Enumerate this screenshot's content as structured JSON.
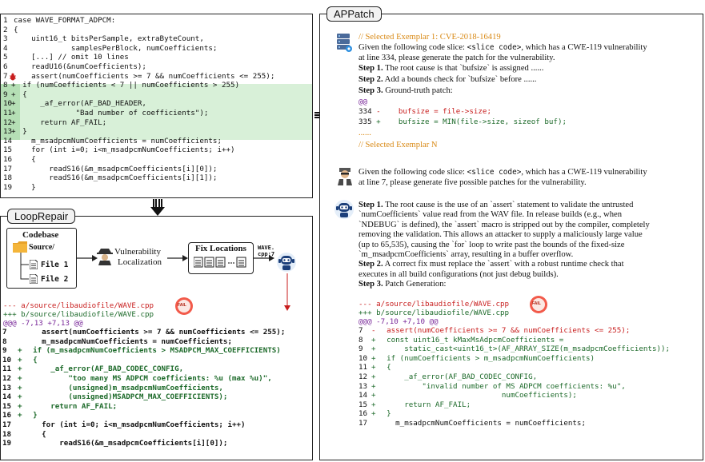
{
  "top_code": {
    "lines": [
      {
        "n": "1",
        "plus": "",
        "text": "case WAVE_FORMAT_ADPCM:"
      },
      {
        "n": "2",
        "plus": "",
        "text": "{"
      },
      {
        "n": "3",
        "plus": "",
        "text": "    uint16_t bitsPerSample, extraByteCount,"
      },
      {
        "n": "4",
        "plus": "",
        "text": "             samplesPerBlock, numCoefficients;"
      },
      {
        "n": "5",
        "plus": "",
        "text": "    [...] // omit 10 lines"
      },
      {
        "n": "6",
        "plus": "",
        "text": "    readU16(&numCoefficients);"
      },
      {
        "n": "7",
        "plus": "",
        "text": "    assert(numCoefficients >= 7 && numCoefficients <= 255);"
      },
      {
        "n": "8",
        "plus": "+",
        "text": "  if (numCoefficients < 7 || numCoefficients > 255)"
      },
      {
        "n": "9",
        "plus": "+",
        "text": "  {"
      },
      {
        "n": "10",
        "plus": "+",
        "text": "      _af_error(AF_BAD_HEADER,"
      },
      {
        "n": "11",
        "plus": "+",
        "text": "              \"Bad number of coefficients\");"
      },
      {
        "n": "12",
        "plus": "+",
        "text": "      return AF_FAIL;"
      },
      {
        "n": "13",
        "plus": "+",
        "text": "  }"
      },
      {
        "n": "14",
        "plus": "",
        "text": "    m_msadpcmNumCoefficients = numCoefficients;"
      },
      {
        "n": "15",
        "plus": "",
        "text": "    for (int i=0; i<m_msadpcmNumCoefficients; i++)"
      },
      {
        "n": "16",
        "plus": "",
        "text": "    {"
      },
      {
        "n": "17",
        "plus": "",
        "text": "        readS16(&m_msadpcmCoefficients[i][0]);"
      },
      {
        "n": "18",
        "plus": "",
        "text": "        readS16(&m_msadpcmCoefficients[i][1]);"
      },
      {
        "n": "19",
        "plus": "",
        "text": "    }"
      }
    ]
  },
  "loop": {
    "title": "LoopRepair",
    "codebase_label": "Codebase",
    "source_label": "Source/",
    "file1": "File 1",
    "file2": "File 2",
    "vuln_line1": "Vulnerability",
    "vuln_line2": "Localization",
    "fix_label": "Fix Locations",
    "wave_label1": "WAVE.",
    "wave_label2": "cpp:7",
    "fail_label": "FAIL",
    "diff_header1": "--- a/source/libaudiofile/WAVE.cpp",
    "diff_header2": "+++ b/source/libaudiofile/WAVE.cpp",
    "hunk": "@@@ -7,13 +7,13 @@",
    "lines": [
      {
        "n": "7",
        "plus": "",
        "text": "    assert(numCoefficients >= 7 && numCoefficients <= 255);"
      },
      {
        "n": "8",
        "plus": "",
        "text": "    m_msadpcmNumCoefficients = numCoefficients;"
      },
      {
        "n": "9",
        "plus": "+",
        "text": "  if (m_msadpcmNumCoefficients > MSADPCM_MAX_COEFFICIENTS)"
      },
      {
        "n": "10",
        "plus": "+",
        "text": "  {"
      },
      {
        "n": "11",
        "plus": "+",
        "text": "      _af_error(AF_BAD_CODEC_CONFIG,"
      },
      {
        "n": "12",
        "plus": "+",
        "text": "          \"too many MS ADPCM coefficients: %u (max %u)\","
      },
      {
        "n": "13",
        "plus": "+",
        "text": "          (unsigned)m_msadpcmNumCoefficients,"
      },
      {
        "n": "14",
        "plus": "+",
        "text": "          (unsigned)MSADPCM_MAX_COEFFICIENTS);"
      },
      {
        "n": "15",
        "plus": "+",
        "text": "      return AF_FAIL;"
      },
      {
        "n": "16",
        "plus": "+",
        "text": "  }"
      },
      {
        "n": "17",
        "plus": "",
        "text": "    for (int i=0; i<m_msadpcmNumCoefficients; i++)"
      },
      {
        "n": "18",
        "plus": "",
        "text": "    {"
      },
      {
        "n": "19",
        "plus": "",
        "text": "        readS16(&m_msadpcmCoefficients[i][0]);"
      }
    ]
  },
  "appatch": {
    "title": "APPatch",
    "sel1": "// Selected Exemplar 1: CVE-2018-16419",
    "given1a": "Given the following code slice: ",
    "slice_code": "<slice code>",
    "given1b": ", which has a CWE-119 vulnerability",
    "given1c": "at line 334, please generate the patch for the vulnerability.",
    "step1_label": "Step 1.",
    "step1_text": " The root cause is that `bufsize` is assigned ......",
    "step2_label": "Step 2.",
    "step2_text": " Add a bounds check for `bufsize` before ......",
    "step3_label": "Step 3.",
    "step3_text": " Ground-truth patch:",
    "at": "@@",
    "patch_l1_n": "334",
    "patch_l1_sign": "-",
    "patch_l1": "    bufsize = file->size;",
    "patch_l2_n": "335",
    "patch_l2_sign": "+",
    "patch_l2": "    bufsize = MIN(file->size, sizeof buf);",
    "dots": "......",
    "seln": "// Selected Exemplar N",
    "given2a": "Given the following code slice: ",
    "given2b": ", which has a CWE-119 vulnerability",
    "given2c": "at line 7, please generate five possible patches for the vulnerability.",
    "resp_step1_label": "Step 1.",
    "resp_lines": [
      " The root cause is the use of an `assert` statement to validate the untrusted",
      "`numCoefficients` value read from the WAV file. In release builds (e.g., when",
      "`NDEBUG` is defined), the `assert` macro is stripped out by the compiler, completely",
      "removing the validation. This allows an attacker to supply a maliciously large value",
      "(up to 65,535), causing the `for` loop to write past the bounds of the fixed-size",
      "`m_msadpcmCoefficients` array, resulting in a buffer overflow."
    ],
    "resp_step2_label": "Step 2.",
    "resp_step2_lines": [
      " A correct fix must replace the `assert` with a robust runtime check that",
      "executes in all build configurations (not just debug builds)."
    ],
    "resp_step3_label": "Step 3.",
    "resp_step3_text": " Patch Generation:",
    "diff_header1": "--- a/source/libaudiofile/WAVE.cpp",
    "diff_header2": "+++ b/source/libaudiofile/WAVE.cpp",
    "hunk": "@@@ -7,10 +7,10 @@",
    "fail_label": "FAIL",
    "diff_lines": [
      {
        "n": "7",
        "plus": "-",
        "text": "  assert(numCoefficients >= 7 && numCoefficients <= 255);"
      },
      {
        "n": "8",
        "plus": "+",
        "text": "  const uint16_t kMaxMsAdpcmCoefficients ="
      },
      {
        "n": "9",
        "plus": "+",
        "text": "      static_cast<uint16_t>(AF_ARRAY_SIZE(m_msadpcmCoefficients));"
      },
      {
        "n": "10",
        "plus": "+",
        "text": "  if (numCoefficients > m_msadpcmNumCoefficients)"
      },
      {
        "n": "11",
        "plus": "+",
        "text": "  {"
      },
      {
        "n": "12",
        "plus": "+",
        "text": "      _af_error(AF_BAD_CODEC_CONFIG,"
      },
      {
        "n": "13",
        "plus": "+",
        "text": "          \"invalid number of MS ADPCM coefficients: %u\","
      },
      {
        "n": "14",
        "plus": "+",
        "text": "                            numCoefficients);"
      },
      {
        "n": "15",
        "plus": "+",
        "text": "      return AF_FAIL;"
      },
      {
        "n": "16",
        "plus": "+",
        "text": "  }"
      },
      {
        "n": "17",
        "plus": "",
        "text": "    m_msadpcmNumCoefficients = numCoefficients;"
      }
    ]
  }
}
